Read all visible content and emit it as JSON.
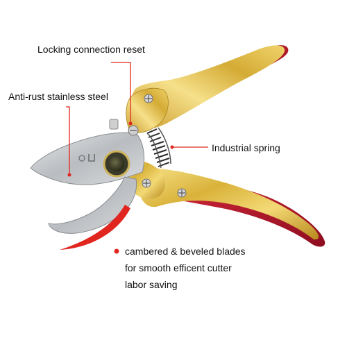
{
  "annotations": {
    "locking": "Locking connection reset",
    "steel": "Anti-rust stainless steel",
    "spring": "Industrial spring",
    "blades": [
      "cambered & beveled blades",
      "for smooth efficent cutter",
      "labor saving"
    ]
  },
  "colors": {
    "callout_red": "#e0261f",
    "gold": "#d8b43a",
    "handle_red": "#b8132a",
    "blade_steel": "#c8cacc"
  }
}
